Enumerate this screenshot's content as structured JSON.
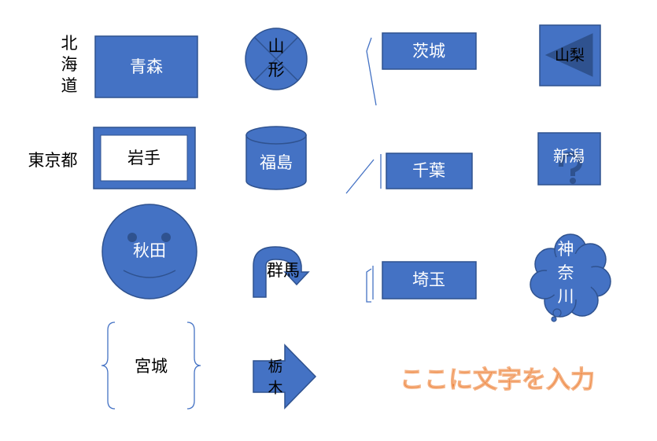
{
  "colors": {
    "fill": "#4472C4",
    "stroke": "#2F528F",
    "text_white": "#FFFFFF",
    "text_dark": "#000000",
    "wordart": "#ED7D31"
  },
  "labels": {
    "hokkaido_1": "北",
    "hokkaido_2": "海",
    "hokkaido_3": "道",
    "aomori": "青森",
    "yamagata_1": "山",
    "yamagata_2": "形",
    "ibaraki": "茨城",
    "yamanashi": "山梨",
    "tokyo": "東京都",
    "iwate": "岩手",
    "fukushima": "福島",
    "chiba": "千葉",
    "niigata": "新潟",
    "akita": "秋田",
    "gunma": "群馬",
    "saitama": "埼玉",
    "kanagawa_1": "神",
    "kanagawa_2": "奈",
    "kanagawa_3": "川",
    "miyagi": "宮城",
    "tochigi_1": "栃",
    "tochigi_2": "木",
    "wordart": "ここに文字を入力"
  }
}
